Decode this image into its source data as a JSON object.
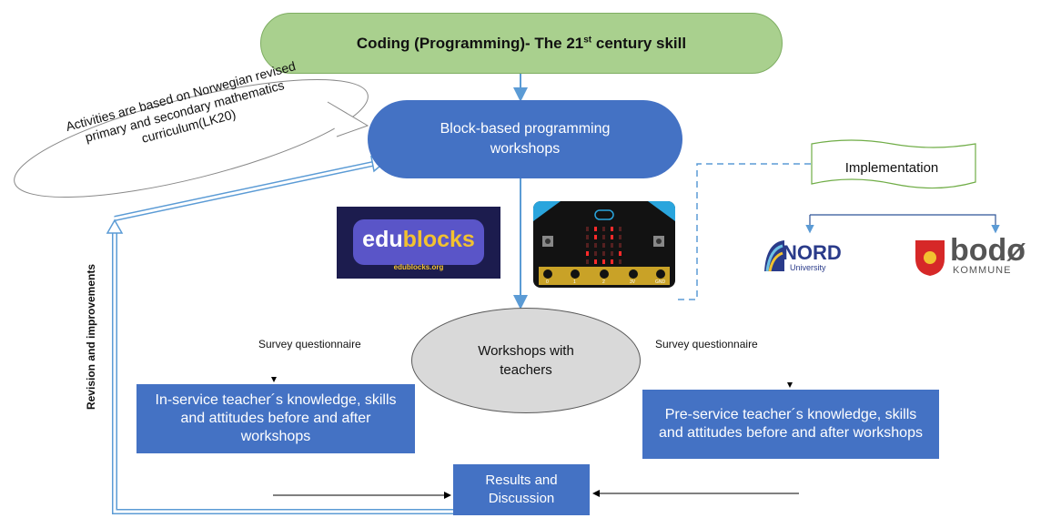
{
  "title": {
    "text": "Coding (Programming)- The 21",
    "superscript": "st",
    "suffix": " century skill"
  },
  "callout": {
    "text": "Activities are based on Norwegian revised primary and secondary mathematics curriculum(LK20)"
  },
  "workshop_pill": {
    "text": "Block-based programming workshops"
  },
  "implementation": {
    "text": "Implementation"
  },
  "center_ellipse": {
    "text": "Workshops with teachers"
  },
  "survey_left": {
    "text": "Survey questionnaire"
  },
  "survey_right": {
    "text": "Survey questionnaire"
  },
  "box_left": {
    "text": "In-service teacher´s knowledge, skills and attitudes before and after workshops"
  },
  "box_right": {
    "text": "Pre-service teacher´s knowledge, skills and attitudes before and after workshops"
  },
  "box_bottom": {
    "text": "Results and Discussion"
  },
  "revision": {
    "text": "Revision and improvements"
  },
  "logos": {
    "edublocks_word_1": "edu",
    "edublocks_word_2": "blocks",
    "edublocks_url": "edublocks.org",
    "microbit_pins": [
      "0",
      "1",
      "2",
      "3V",
      "GND"
    ],
    "nord": "NORD",
    "nord_sub": "University",
    "bodo": "bodø",
    "bodo_sub": "KOMMUNE"
  },
  "colors": {
    "green": "#a9d08e",
    "blue": "#4472c4",
    "grey": "#d9d9d9",
    "arrow": "#5b9bd5"
  }
}
